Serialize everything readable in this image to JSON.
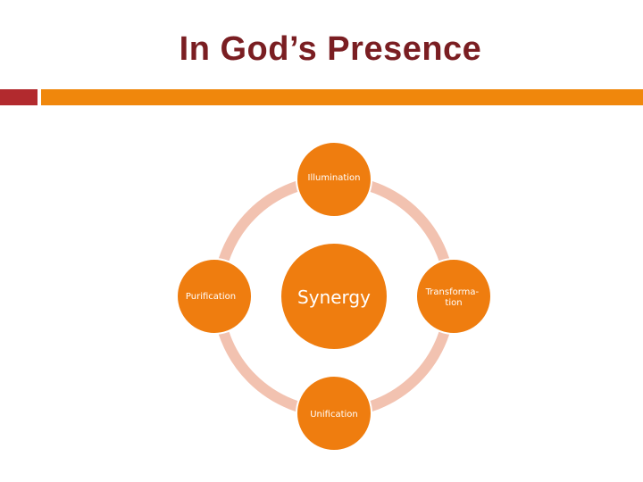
{
  "slide": {
    "title": "In God’s Presence"
  },
  "diagram": {
    "center": {
      "label": "Synergy"
    },
    "nodes": [
      {
        "id": "top",
        "label_lines": [
          "Illumination"
        ]
      },
      {
        "id": "right",
        "label_lines": [
          "Transforma-",
          "tion"
        ]
      },
      {
        "id": "bottom",
        "label_lines": [
          "Unification"
        ]
      },
      {
        "id": "left",
        "label_lines": [
          "Purification"
        ]
      }
    ]
  },
  "colors": {
    "title": "#7a1e22",
    "accent_red": "#b22a2e",
    "accent_orange": "#f0870c",
    "node_fill": "#ef7d0f",
    "node_stroke": "#ffffff",
    "ring": "#f2c2b0",
    "label": "#ffffff"
  }
}
